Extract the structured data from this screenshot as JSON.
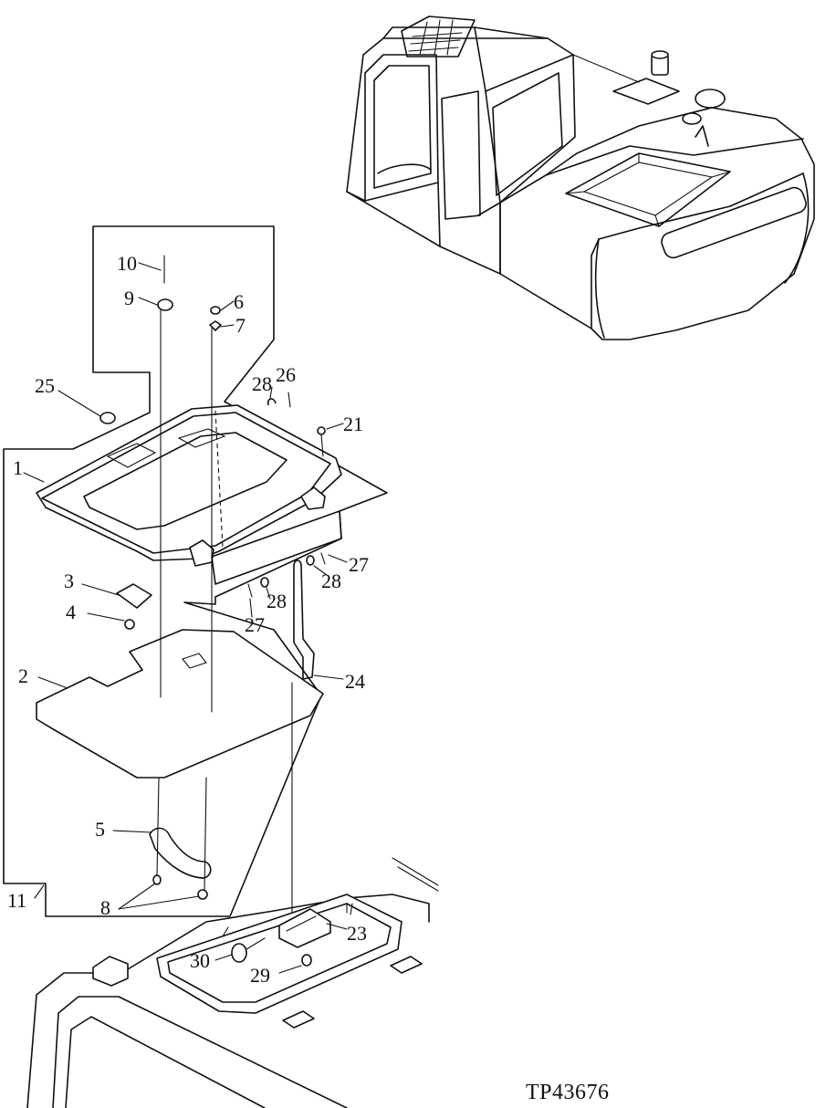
{
  "figure": {
    "reference_code": "TP43676"
  },
  "callouts": {
    "c1": "1",
    "c2": "2",
    "c3": "3",
    "c4": "4",
    "c5": "5",
    "c6": "6",
    "c7": "7",
    "c8": "8",
    "c9": "9",
    "c10": "10",
    "c11": "11",
    "c21": "21",
    "c23": "23",
    "c24": "24",
    "c25": "25",
    "c26": "26",
    "c27a": "27",
    "c27b": "27",
    "c28a": "28",
    "c28b": "28",
    "c28c": "28",
    "c29": "29",
    "c30": "30"
  }
}
